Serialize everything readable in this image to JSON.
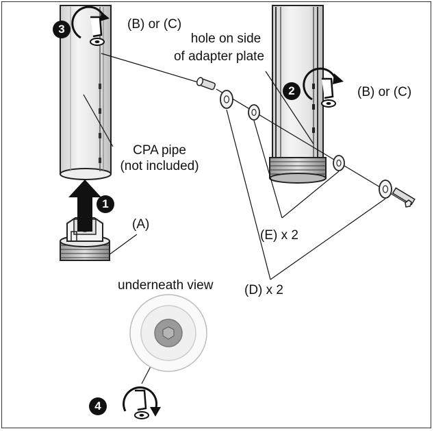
{
  "steps": [
    {
      "number": "1"
    },
    {
      "number": "2"
    },
    {
      "number": "3"
    },
    {
      "number": "4"
    }
  ],
  "labels": {
    "step3_tool": "(B) or (C)",
    "step2_tool": "(B) or (C)",
    "hole_line1": "hole on side",
    "hole_line2": "of adapter plate",
    "pipe_line1": "CPA pipe",
    "pipe_line2": "(not included)",
    "part_a": "(A)",
    "underneath": "underneath view",
    "washer_e": "(E) x 2",
    "washer_d": "(D) x 2"
  },
  "icons": {
    "allen_key": "allen-key-rotate-icon",
    "up_arrow": "lift-arrow-icon"
  }
}
